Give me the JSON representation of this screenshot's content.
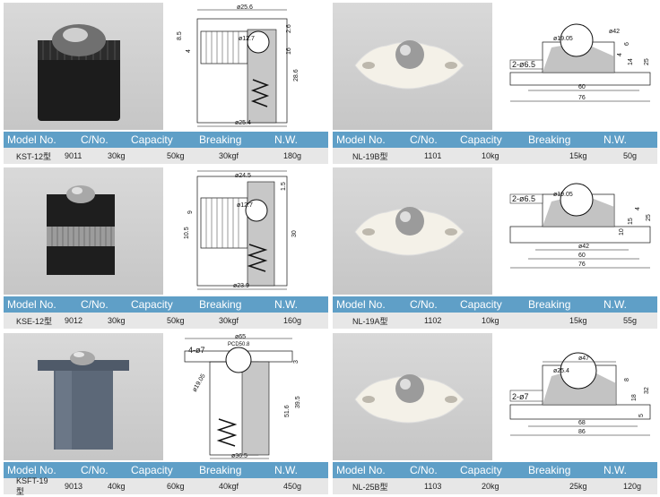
{
  "headers": {
    "model": "Model No.",
    "code": "C/No.",
    "capacity": "Capacity",
    "breaking": "Breaking",
    "weight": "N.W."
  },
  "products": [
    {
      "model": "KST-12型",
      "code": "9011",
      "capacity": "30kg",
      "breaking": "50kg",
      "breaking_kgf": "30kgf",
      "weight": "180g",
      "dimensions": [
        "ø25.6",
        "8.5",
        "4",
        "ø12.7",
        "2.6",
        "16",
        "28.6",
        "ø25.4"
      ]
    },
    {
      "model": "NL-19B型",
      "code": "1101",
      "capacity": "10kg",
      "breaking": "15kg",
      "weight": "50g",
      "dimensions": [
        "ø42",
        "ø19.05",
        "2-ø6.5",
        "4",
        "6",
        "14",
        "25",
        "60",
        "76"
      ]
    },
    {
      "model": "KSE-12型",
      "code": "9012",
      "capacity": "30kg",
      "breaking": "50kg",
      "breaking_kgf": "30kgf",
      "weight": "160g",
      "dimensions": [
        "ø24.5",
        "1.5",
        "9",
        "ø12.7",
        "10.5",
        "30",
        "ø23.9"
      ]
    },
    {
      "model": "NL-19A型",
      "code": "1102",
      "capacity": "10kg",
      "breaking": "15kg",
      "weight": "55g",
      "dimensions": [
        "ø19.05",
        "2-ø6.5",
        "ø42",
        "60",
        "76",
        "10",
        "15",
        "4",
        "25"
      ]
    },
    {
      "model": "KSFT-19型",
      "code": "9013",
      "capacity": "40kg",
      "breaking": "60kg",
      "breaking_kgf": "40kgf",
      "weight": "450g",
      "dimensions": [
        "ø65",
        "PCD50.8",
        "4-ø7",
        "ø19.05",
        "3",
        "39.5",
        "51.6",
        "ø36.5"
      ]
    },
    {
      "model": "NL-25B型",
      "code": "1103",
      "capacity": "20kg",
      "breaking": "25kg",
      "weight": "120g",
      "dimensions": [
        "ø47",
        "ø25.4",
        "2-ø7",
        "8",
        "18",
        "32",
        "5",
        "68",
        "86"
      ]
    }
  ]
}
